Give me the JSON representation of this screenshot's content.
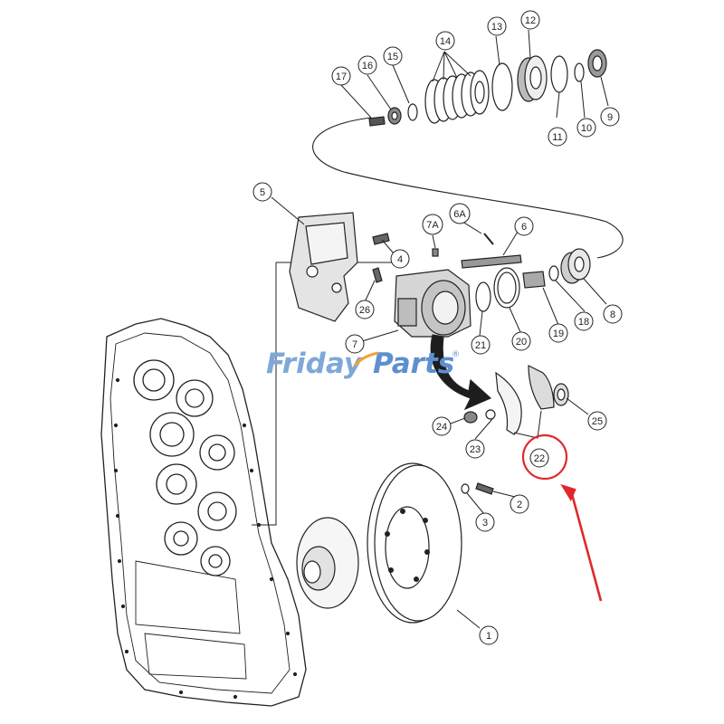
{
  "watermark": {
    "brand_left": "Friday",
    "brand_right": "Parts",
    "registered": "®",
    "color_left": "#7fa8d8",
    "color_right": "#5e8fd0",
    "color_accent": "#f2a23a"
  },
  "highlight": {
    "part": "22",
    "circle_color": "#e0282c",
    "arrow_color": "#e0282c"
  },
  "callouts": {
    "c1": "1",
    "c2": "2",
    "c3": "3",
    "c4": "4",
    "c5": "5",
    "c6": "6",
    "c6a": "6A",
    "c7": "7",
    "c7a": "7A",
    "c8": "8",
    "c9": "9",
    "c10": "10",
    "c11": "11",
    "c12": "12",
    "c13": "13",
    "c14": "14",
    "c15": "15",
    "c16": "16",
    "c17": "17",
    "c18": "18",
    "c19": "19",
    "c20": "20",
    "c21": "21",
    "c22": "22",
    "c23": "23",
    "c24": "24",
    "c25": "25",
    "c26": "26"
  }
}
